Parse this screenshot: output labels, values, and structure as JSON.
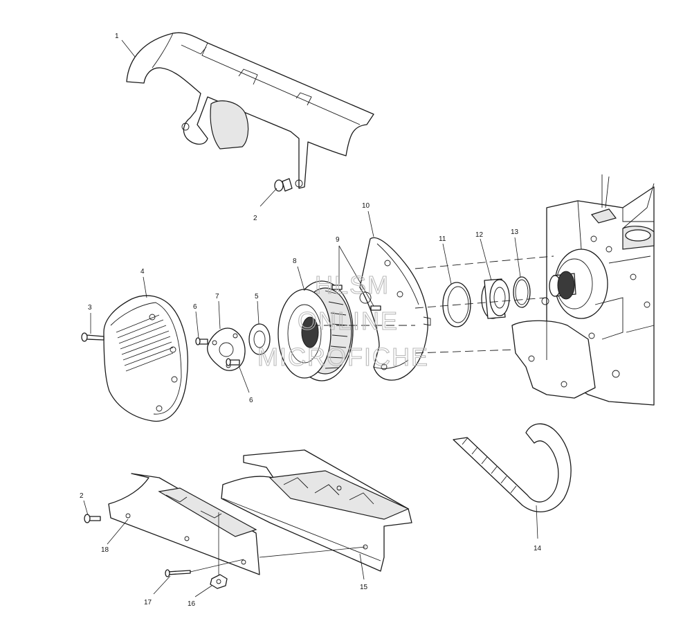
{
  "watermark": {
    "line1": "HLSM",
    "line2": "ONLINE",
    "line3": "MICROFICHE"
  },
  "callouts": [
    {
      "id": "1",
      "label": "1"
    },
    {
      "id": "2a",
      "label": "2"
    },
    {
      "id": "2b",
      "label": "2"
    },
    {
      "id": "3",
      "label": "3"
    },
    {
      "id": "4",
      "label": "4"
    },
    {
      "id": "5",
      "label": "5"
    },
    {
      "id": "6a",
      "label": "6"
    },
    {
      "id": "6b",
      "label": "6"
    },
    {
      "id": "7",
      "label": "7"
    },
    {
      "id": "8",
      "label": "8"
    },
    {
      "id": "9",
      "label": "9"
    },
    {
      "id": "10",
      "label": "10"
    },
    {
      "id": "11",
      "label": "11"
    },
    {
      "id": "12",
      "label": "12"
    },
    {
      "id": "13",
      "label": "13"
    },
    {
      "id": "14",
      "label": "14"
    },
    {
      "id": "15",
      "label": "15"
    },
    {
      "id": "16",
      "label": "16"
    },
    {
      "id": "17",
      "label": "17"
    },
    {
      "id": "18",
      "label": "18"
    }
  ]
}
